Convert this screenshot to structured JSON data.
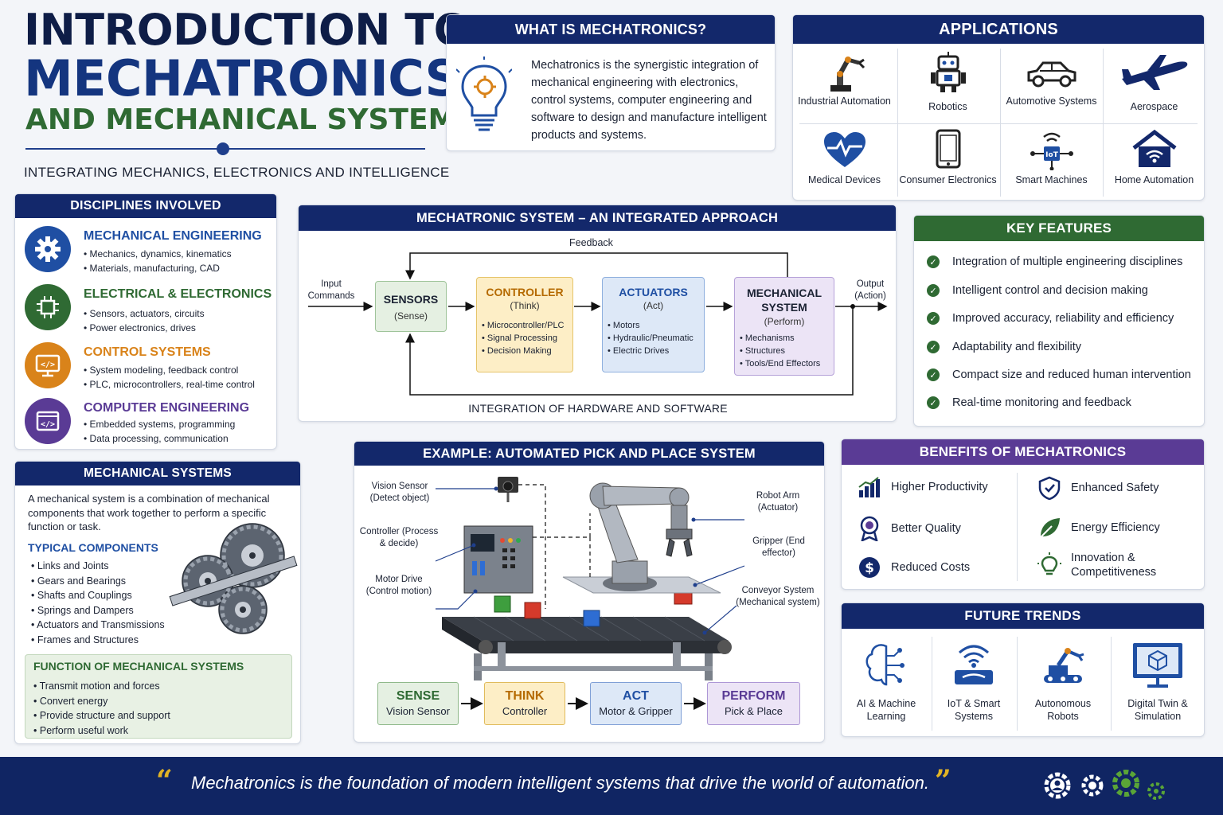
{
  "title": {
    "line1": "INTRODUCTION TO",
    "line2": "MECHATRONICS",
    "line3": "AND MECHANICAL SYSTEMS",
    "subtitle": "INTEGRATING MECHANICS, ELECTRONICS AND INTELLIGENCE"
  },
  "what_is": {
    "header": "WHAT IS MECHATRONICS?",
    "text": "Mechatronics is the synergistic integration of mechanical engineering with electronics, control systems, computer engineering and software to design and manufacture intelligent products and systems.",
    "icon": "lightbulb-gear-icon"
  },
  "applications": {
    "header": "APPLICATIONS",
    "items": [
      {
        "label": "Industrial Automation",
        "icon": "industrial-arm-icon"
      },
      {
        "label": "Robotics",
        "icon": "robot-icon"
      },
      {
        "label": "Automotive Systems",
        "icon": "car-icon"
      },
      {
        "label": "Aerospace",
        "icon": "airplane-icon"
      },
      {
        "label": "Medical Devices",
        "icon": "heart-pulse-icon"
      },
      {
        "label": "Consumer Electronics",
        "icon": "phone-icon"
      },
      {
        "label": "Smart Machines",
        "icon": "iot-chip-icon"
      },
      {
        "label": "Home Automation",
        "icon": "smart-home-icon"
      }
    ]
  },
  "disciplines": {
    "header": "DISCIPLINES INVOLVED",
    "items": [
      {
        "title": "MECHANICAL ENGINEERING",
        "b1": "Mechanics, dynamics, kinematics",
        "b2": "Materials, manufacturing, CAD",
        "color": "#1f4fa3",
        "icon": "gear-icon"
      },
      {
        "title": "ELECTRICAL & ELECTRONICS",
        "b1": "Sensors, actuators, circuits",
        "b2": "Power electronics, drives",
        "color": "#2f6a33",
        "icon": "chip-icon"
      },
      {
        "title": "CONTROL SYSTEMS",
        "b1": "System modeling, feedback control",
        "b2": "PLC, microcontrollers, real-time control",
        "color": "#d9831a",
        "icon": "monitor-code-icon"
      },
      {
        "title": "COMPUTER ENGINEERING",
        "b1": "Embedded systems, programming",
        "b2": "Data processing, communication",
        "color": "#5a3b95",
        "icon": "window-code-icon"
      }
    ]
  },
  "system": {
    "header": "MECHATRONIC SYSTEM – AN INTEGRATED APPROACH",
    "feedback": "Feedback",
    "input": "Input Commands",
    "output": "Output (Action)",
    "footer": "INTEGRATION OF HARDWARE AND SOFTWARE",
    "sensors": {
      "title": "SENSORS",
      "sub": "(Sense)"
    },
    "controller": {
      "title": "CONTROLLER",
      "sub": "(Think)",
      "items": [
        "Microcontroller/PLC",
        "Signal Processing",
        "Decision Making"
      ]
    },
    "actuators": {
      "title": "ACTUATORS",
      "sub": "(Act)",
      "items": [
        "Motors",
        "Hydraulic/Pneumatic",
        "Electric Drives"
      ]
    },
    "mech": {
      "title1": "MECHANICAL",
      "title2": "SYSTEM",
      "sub": "(Perform)",
      "items": [
        "Mechanisms",
        "Structures",
        "Tools/End Effectors"
      ]
    }
  },
  "key_features": {
    "header": "KEY FEATURES",
    "items": [
      "Integration of multiple engineering disciplines",
      "Intelligent control and decision making",
      "Improved accuracy, reliability and efficiency",
      "Adaptability and flexibility",
      "Compact size and reduced human intervention",
      "Real-time monitoring and feedback"
    ]
  },
  "mechanical_systems": {
    "header": "MECHANICAL SYSTEMS",
    "intro": "A mechanical system is a combination of mechanical components that work together to perform a specific function or task.",
    "comp_header": "TYPICAL COMPONENTS",
    "components": [
      "Links and Joints",
      "Gears and Bearings",
      "Shafts and Couplings",
      "Springs and Dampers",
      "Actuators and Transmissions",
      "Frames and Structures"
    ],
    "func_header": "FUNCTION OF MECHANICAL SYSTEMS",
    "functions": [
      "Transmit motion and forces",
      "Convert energy",
      "Provide structure and support",
      "Perform useful work"
    ]
  },
  "example": {
    "header": "EXAMPLE: AUTOMATED PICK AND PLACE SYSTEM",
    "labels": {
      "vision": "Vision Sensor (Detect object)",
      "controller": "Controller (Process & decide)",
      "motor": "Motor Drive (Control motion)",
      "arm": "Robot Arm (Actuator)",
      "gripper": "Gripper (End effector)",
      "conveyor": "Conveyor System (Mechanical system)"
    },
    "steps": [
      {
        "a": "SENSE",
        "b": "Vision Sensor"
      },
      {
        "a": "THINK",
        "b": "Controller"
      },
      {
        "a": "ACT",
        "b": "Motor & Gripper"
      },
      {
        "a": "PERFORM",
        "b": "Pick & Place"
      }
    ]
  },
  "benefits": {
    "header": "BENEFITS OF MECHATRONICS",
    "items": [
      {
        "label": "Higher Productivity",
        "icon": "bar-chart-icon"
      },
      {
        "label": "Enhanced Safety",
        "icon": "shield-icon"
      },
      {
        "label": "Better Quality",
        "icon": "award-icon"
      },
      {
        "label": "Energy Efficiency",
        "icon": "leaf-icon"
      },
      {
        "label": "Reduced Costs",
        "icon": "dollar-icon"
      },
      {
        "label": "Innovation & Competitiveness",
        "icon": "idea-icon"
      }
    ]
  },
  "future": {
    "header": "FUTURE TRENDS",
    "items": [
      {
        "label": "AI & Machine Learning",
        "icon": "brain-icon"
      },
      {
        "label": "IoT & Smart Systems",
        "icon": "wifi-hand-icon"
      },
      {
        "label": "Autonomous Robots",
        "icon": "autonomous-robot-icon"
      },
      {
        "label": "Digital Twin & Simulation",
        "icon": "monitor-cube-icon"
      }
    ]
  },
  "footer": {
    "quote": "Mechatronics is the foundation of modern intelligent systems that drive the world of automation.",
    "icon": "gears-icon"
  }
}
